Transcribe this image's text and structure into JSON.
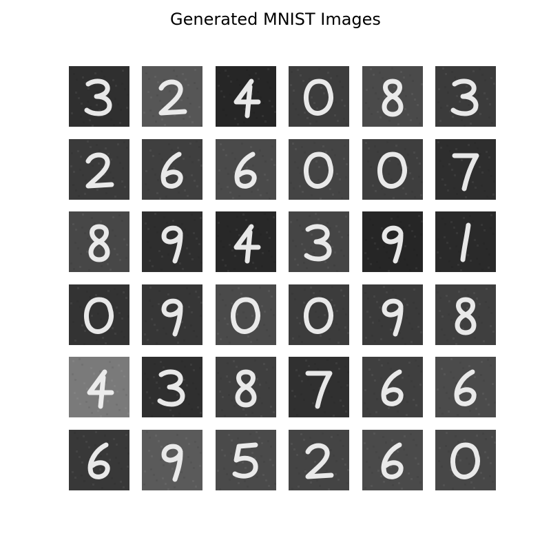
{
  "figure": {
    "title": "Generated MNIST Images"
  },
  "grid": {
    "rows": 6,
    "cols": 6,
    "digits": [
      [
        "3",
        "2",
        "4",
        "0",
        "8",
        "3"
      ],
      [
        "2",
        "6",
        "6",
        "0",
        "0",
        "7"
      ],
      [
        "8",
        "9",
        "4",
        "3",
        "9",
        "1"
      ],
      [
        "0",
        "9",
        "0",
        "0",
        "9",
        "8"
      ],
      [
        "4",
        "3",
        "8",
        "7",
        "6",
        "6"
      ],
      [
        "6",
        "9",
        "5",
        "2",
        "6",
        "0"
      ]
    ],
    "backgrounds": [
      [
        "#2f2f2f",
        "#565656",
        "#262626",
        "#3d3d3d",
        "#4a4a4a",
        "#3b3b3b"
      ],
      [
        "#3a3a3a",
        "#3f3f3f",
        "#4a4a4a",
        "#444444",
        "#3e3e3e",
        "#2e2e2e"
      ],
      [
        "#474747",
        "#2e2e2e",
        "#282828",
        "#454545",
        "#262626",
        "#2a2a2a"
      ],
      [
        "#333333",
        "#363636",
        "#4a4a4a",
        "#3c3c3c",
        "#3a3a3a",
        "#3f3f3f"
      ],
      [
        "#7a7a7a",
        "#2f2f2f",
        "#3f3f3f",
        "#303030",
        "#3f3f3f",
        "#4b4b4b"
      ],
      [
        "#383838",
        "#5a5a5a",
        "#4a4a4a",
        "#444444",
        "#4a4a4a",
        "#474747"
      ]
    ],
    "stroke_color": "#f2f2f2"
  }
}
